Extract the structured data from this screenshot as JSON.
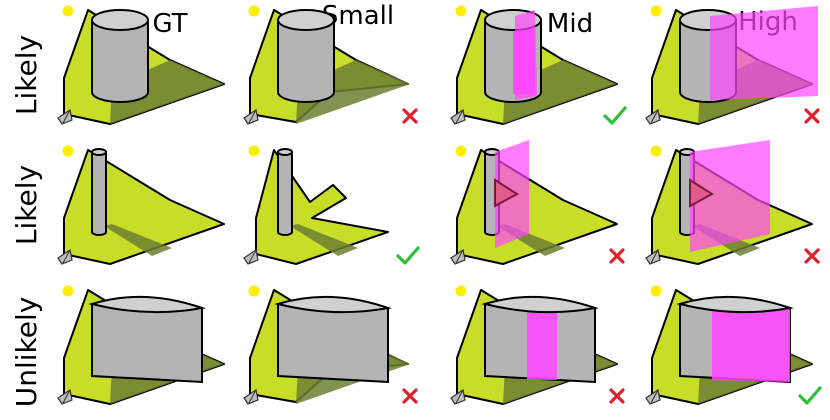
{
  "columns": [
    "GT",
    "Small",
    "Mid",
    "High"
  ],
  "rows": [
    {
      "label": "Likely",
      "object": "cylinder",
      "verdicts": [
        "",
        "cross",
        "check",
        "cross"
      ]
    },
    {
      "label": "Likely",
      "object": "pole",
      "verdicts": [
        "",
        "check",
        "cross",
        "cross"
      ]
    },
    {
      "label": "Unlikely",
      "object": "box",
      "verdicts": [
        "",
        "cross",
        "cross",
        "check"
      ]
    }
  ],
  "colors": {
    "ground": "#c8dd28",
    "shadow": "#6f7f33",
    "object": "#b4b4b4",
    "object_top": "#d0d0d0",
    "highlight": "#ff44ff",
    "sun": "#ffee00",
    "check": "#2bbf3a",
    "cross": "#e0202a"
  },
  "icons": [
    "sun-icon",
    "camera-icon",
    "check-icon",
    "cross-icon"
  ]
}
